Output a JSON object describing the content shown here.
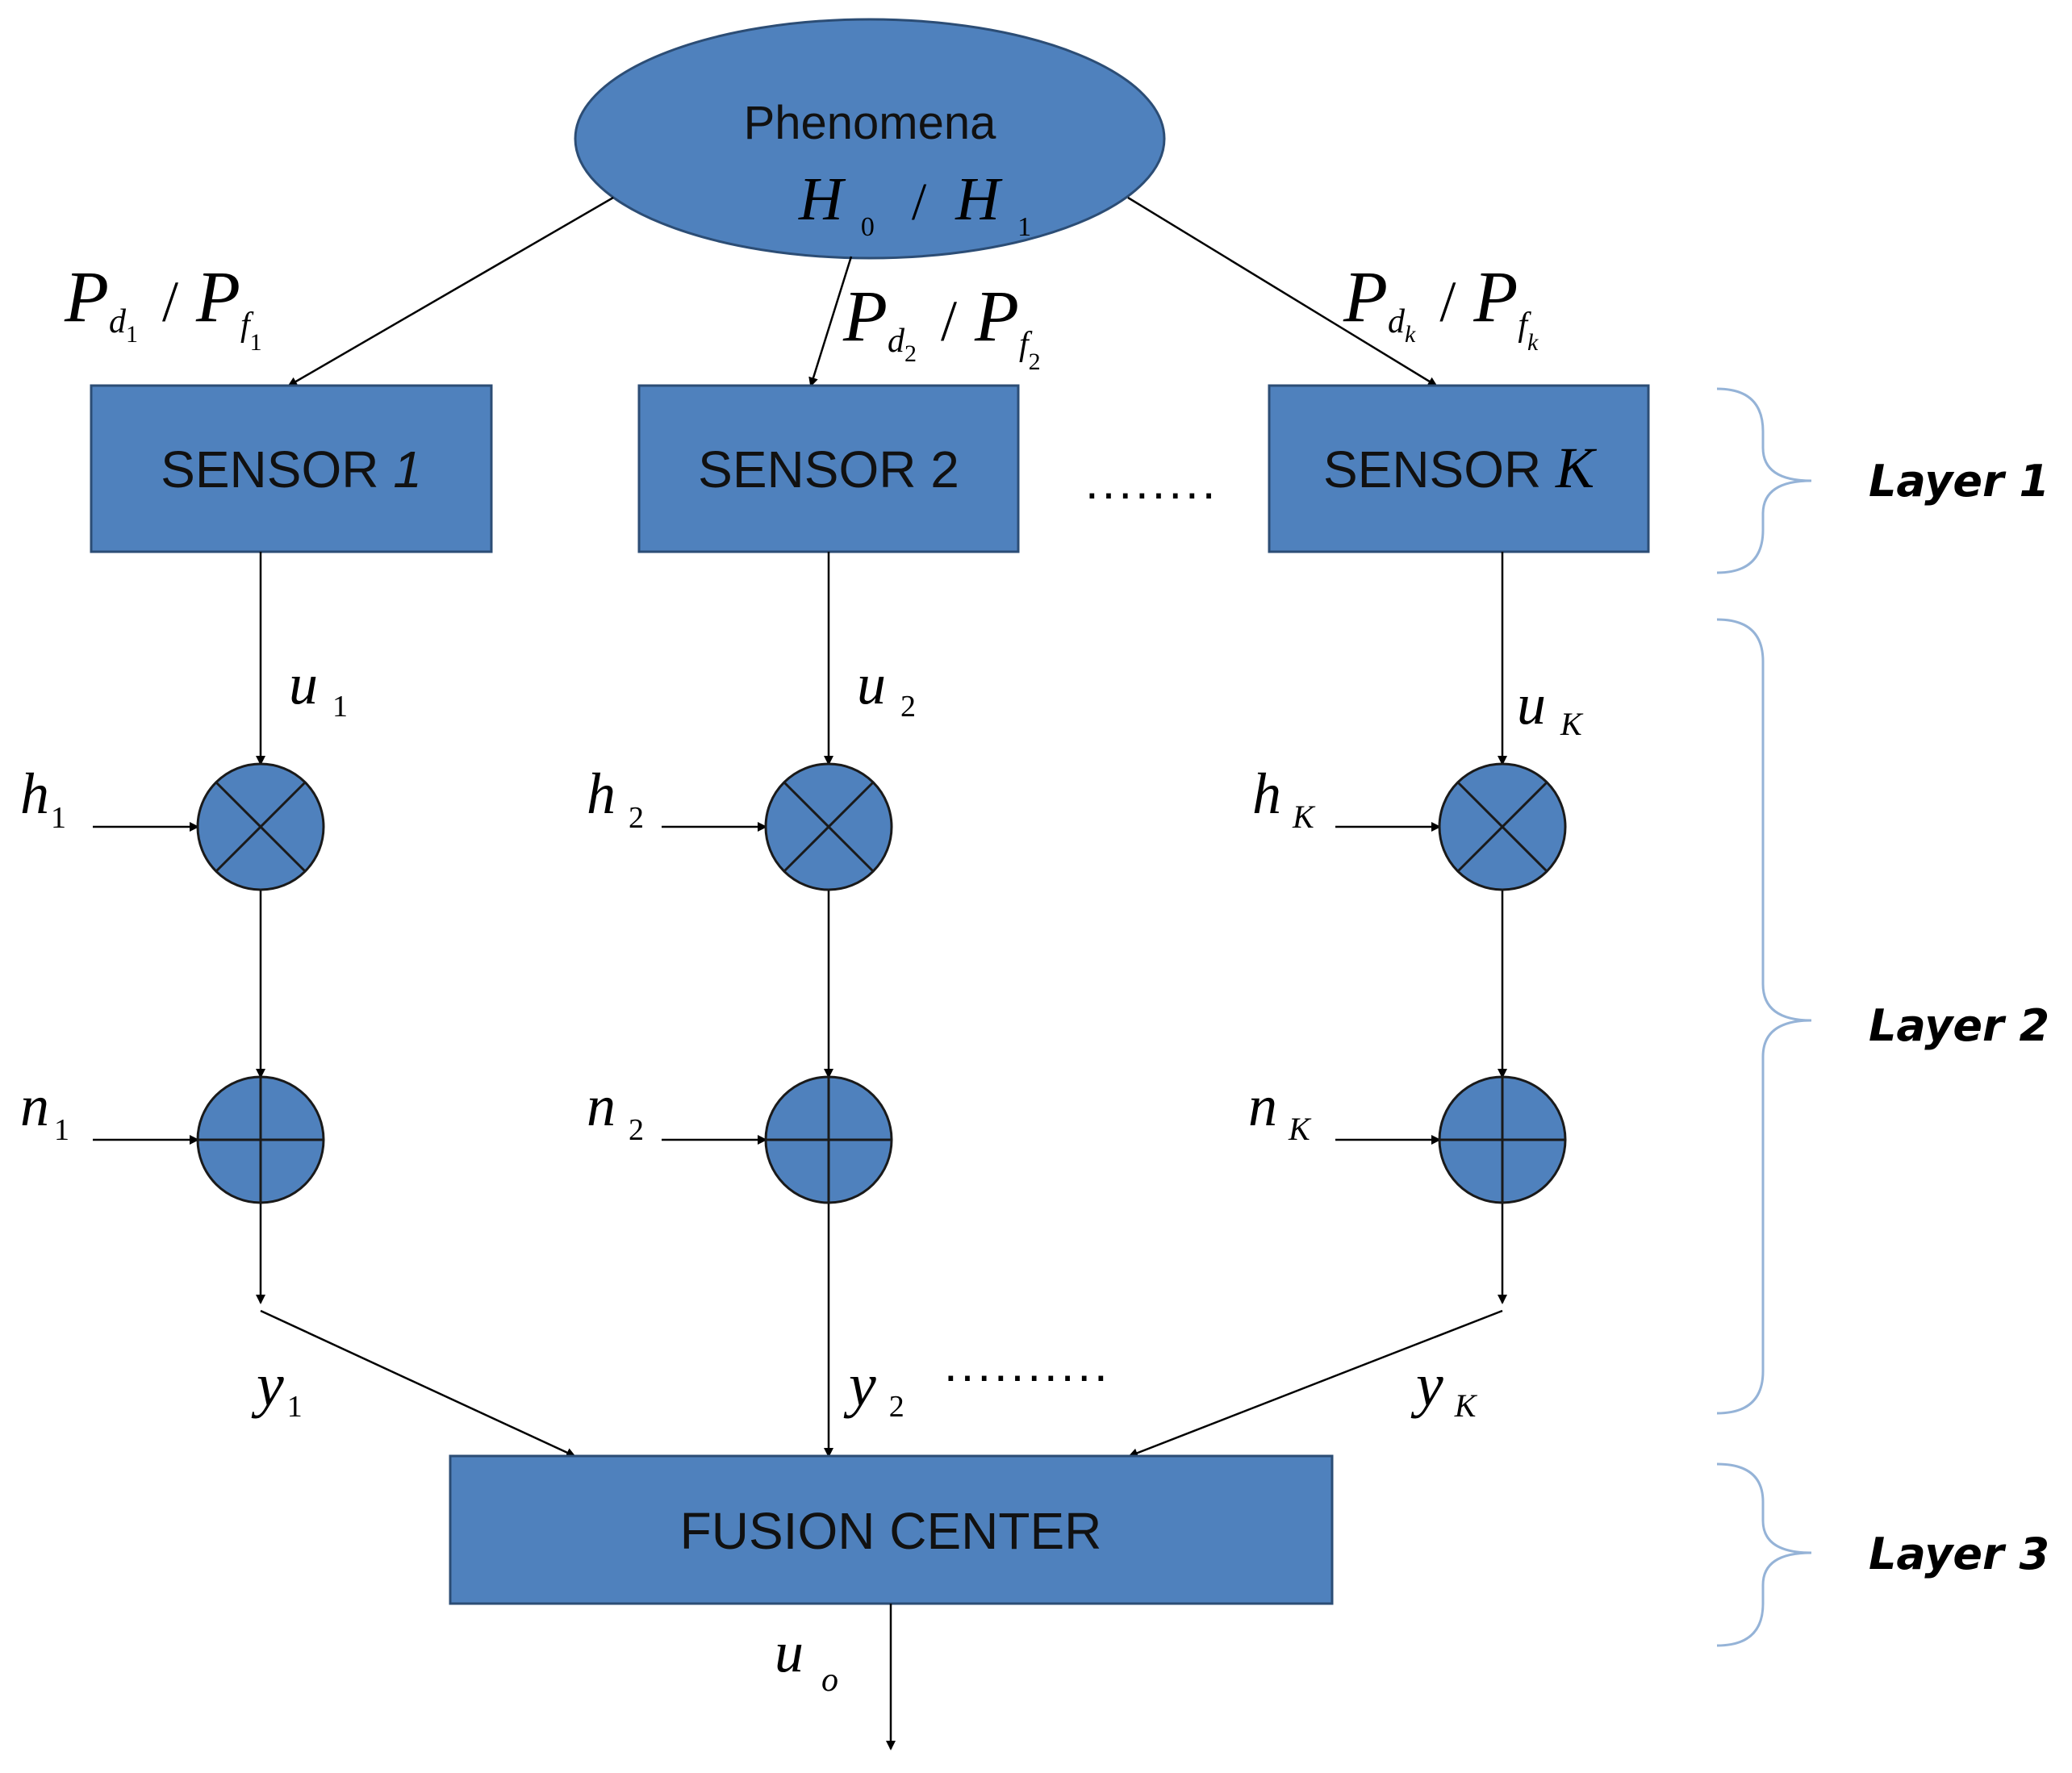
{
  "phenomena": {
    "label": "Phenomena",
    "h0": "H",
    "h0_sub": "0",
    "sep": "/",
    "h1": "H",
    "h1_sub": "1"
  },
  "sensors": [
    {
      "label": "SENSOR ",
      "index": "1"
    },
    {
      "label": "SENSOR 2",
      "index": ""
    },
    {
      "label": "SENSOR ",
      "index": "K"
    }
  ],
  "probabilities": [
    {
      "pd": "P",
      "pd_sub": "d",
      "pd_subsub": "1",
      "sep": "/",
      "pf": "P",
      "pf_sub": "f",
      "pf_subsub": "1"
    },
    {
      "pd": "P",
      "pd_sub": "d",
      "pd_subsub": "2",
      "sep": "/",
      "pf": "P",
      "pf_sub": "f",
      "pf_subsub": "2"
    },
    {
      "pd": "P",
      "pd_sub": "d",
      "pd_subsub": "k",
      "sep": "/",
      "pf": "P",
      "pf_sub": "f",
      "pf_subsub": "k"
    }
  ],
  "decisions": [
    {
      "sym": "u",
      "sub": "1"
    },
    {
      "sym": "u",
      "sub": "2"
    },
    {
      "sym": "u",
      "sub": "K"
    }
  ],
  "channels": [
    {
      "sym": "h",
      "sub": "1"
    },
    {
      "sym": "h",
      "sub": "2"
    },
    {
      "sym": "h",
      "sub": "K"
    }
  ],
  "noises": [
    {
      "sym": "n",
      "sub": "1"
    },
    {
      "sym": "n",
      "sub": "2"
    },
    {
      "sym": "n",
      "sub": "K"
    }
  ],
  "outputs": [
    {
      "sym": "y",
      "sub": "1"
    },
    {
      "sym": "y",
      "sub": "2"
    },
    {
      "sym": "y",
      "sub": "K"
    }
  ],
  "ellipsis": {
    "sensors": "........",
    "outputs": ".........."
  },
  "fusion_center": {
    "label": "FUSION CENTER",
    "out_sym": "u",
    "out_sub": "o"
  },
  "layers": [
    "Layer 1",
    "Layer 2",
    "Layer 3"
  ]
}
